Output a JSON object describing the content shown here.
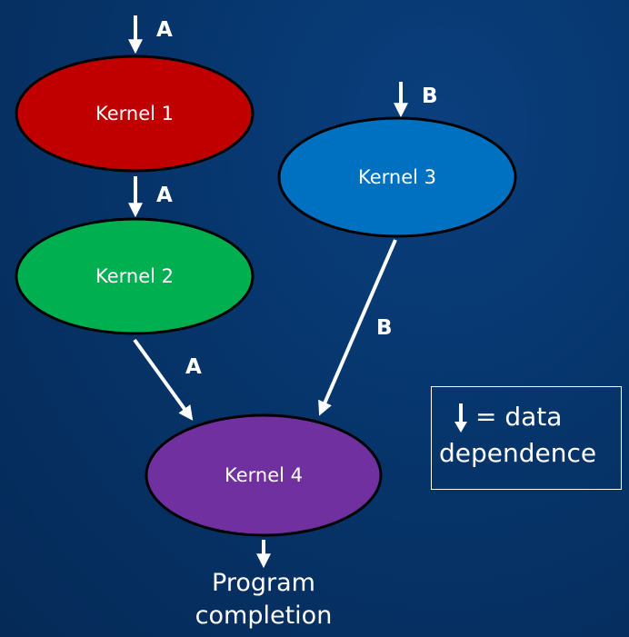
{
  "nodes": {
    "kernel1": {
      "label": "Kernel 1",
      "color": "#c00000"
    },
    "kernel2": {
      "label": "Kernel 2",
      "color": "#00b050"
    },
    "kernel3": {
      "label": "Kernel 3",
      "color": "#0070c0"
    },
    "kernel4": {
      "label": "Kernel 4",
      "color": "#7030a0"
    }
  },
  "edges": {
    "into_kernel1": "A",
    "kernel1_to_kernel2": "A",
    "into_kernel3": "B",
    "kernel2_to_kernel4": "A",
    "kernel3_to_kernel4": "B"
  },
  "outcome": {
    "line1": "Program",
    "line2": "completion"
  },
  "legend": {
    "line1": "= data",
    "line2": "dependence"
  }
}
